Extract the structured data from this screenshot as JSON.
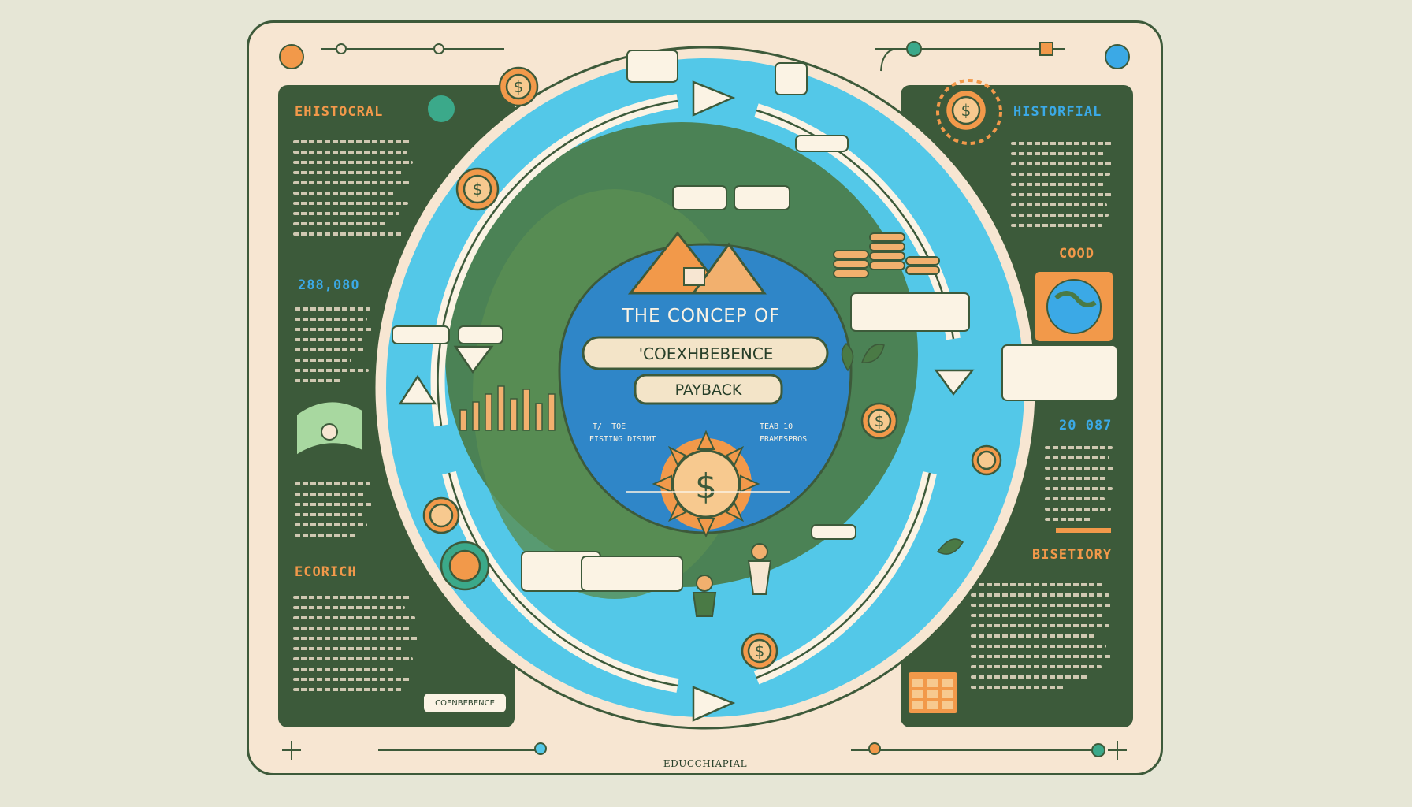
{
  "center": {
    "title": "THE CONCEP OF",
    "subtitle": "'COEXHBEBENCE",
    "tag": "PAYBACK",
    "left_note_1": "T/  TOE",
    "left_note_2": "EISTING DISIMT",
    "right_note_1": "TEAB 10",
    "right_note_2": "FRAMESPROS"
  },
  "left_panel": {
    "heading_1": "EHISTOCRAL",
    "number": "288,080",
    "heading_2": "ECORICH",
    "bottom_label": "COENBEBENCE"
  },
  "right_panel": {
    "heading_1": "HISTORFIAL",
    "heading_2": "COOD",
    "number": "20 087",
    "heading_3": "BISETIORY"
  },
  "footer": {
    "label": "EDUCCHIAPIAL"
  },
  "colors": {
    "panel": "#3c5a3a",
    "ring": "#53c8e8",
    "center": "#2f86c8",
    "accent": "#f2994a",
    "cream": "#f7e6d2"
  },
  "icons": [
    "coin-icon",
    "arrow-icon",
    "mountain-icon",
    "sun-coin-icon",
    "globe-icon",
    "calendar-icon",
    "leaf-icon",
    "person-icon"
  ]
}
